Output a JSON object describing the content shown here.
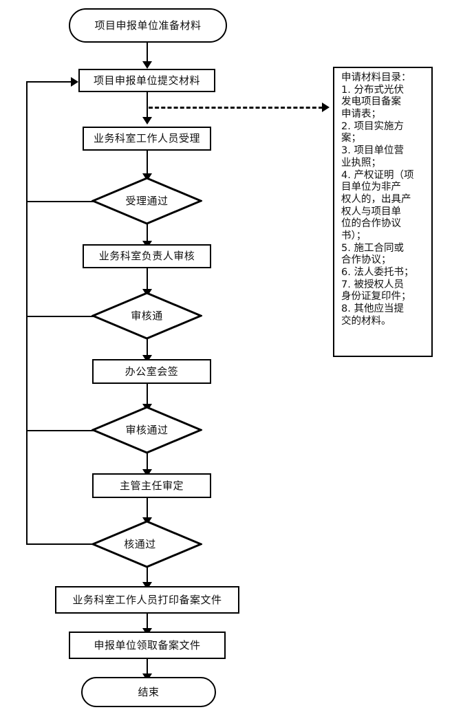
{
  "diagram": {
    "title_present": false,
    "orientation": "top-to-bottom",
    "stroke_color": "#000000",
    "fill_color": "#ffffff",
    "text_color": "#111111"
  },
  "nodes": {
    "start": {
      "label": "项目申报单位准备材料",
      "shape": "terminator"
    },
    "submit": {
      "label": "项目申报单位提交材料",
      "shape": "process"
    },
    "accept": {
      "label": "业务科室工作人员受理",
      "shape": "process"
    },
    "accept_pass": {
      "label": "受理通过",
      "shape": "decision"
    },
    "section_review": {
      "label": "业务科室负责人审核",
      "shape": "process"
    },
    "review_pass_1": {
      "label": "审核通",
      "shape": "decision"
    },
    "office_signoff": {
      "label": "办公室会签",
      "shape": "process"
    },
    "review_pass_2": {
      "label": "审核通过",
      "shape": "decision"
    },
    "director_approve": {
      "label": "主管主任审定",
      "shape": "process"
    },
    "review_pass_3": {
      "label": "核通过",
      "shape": "decision"
    },
    "print_record": {
      "label": "业务科室工作人员打印备案文件",
      "shape": "process"
    },
    "collect_record": {
      "label": "申报单位领取备案文件",
      "shape": "process"
    },
    "end": {
      "label": "结束",
      "shape": "terminator"
    }
  },
  "note": {
    "heading": "申请材料目录：",
    "lines": [
      "申请材料目录：",
      "1. 分布式光伏",
      "发电项目备案",
      "申请表；",
      "2. 项目实施方",
      "案；",
      "3. 项目单位营",
      "业执照；",
      "4. 产权证明（项",
      "目单位为非产",
      "权人的，出具产",
      "权人与项目单",
      "位的合作协议",
      "书）；",
      "5. 施工合同或",
      "合作协议；",
      "6. 法人委托书；",
      "7. 被授权人员",
      "身份证复印件；",
      "8. 其他应当提",
      "交的材料。"
    ],
    "items": [
      "分布式光伏发电项目备案申请表；",
      "项目实施方案；",
      "项目单位营业执照；",
      "产权证明（项目单位为非产权人的，出具产权人与项目单位的合作协议书）；",
      "施工合同或合作协议；",
      "法人委托书；",
      "被授权人员身份证复印件；",
      "其他应当提交的材料。"
    ]
  },
  "connectors": {
    "dashed_note_link": "dashed-arrow-to-note",
    "feedback_loop": "reject-returns-to-submit"
  }
}
